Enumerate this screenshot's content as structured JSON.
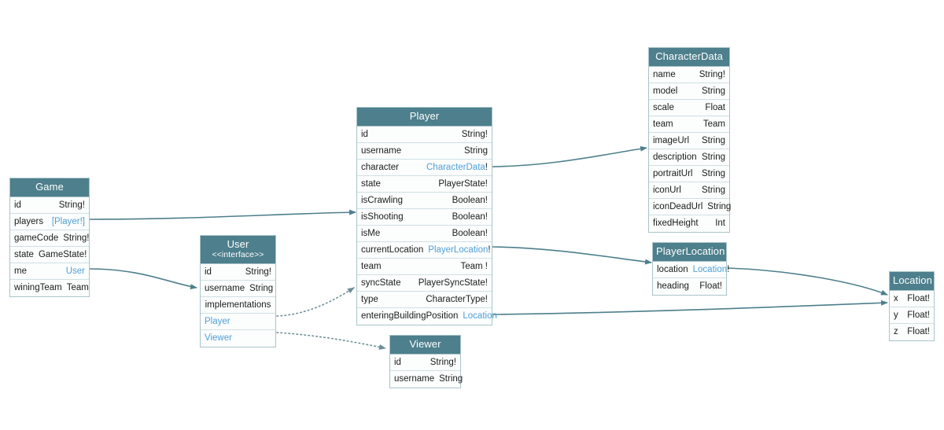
{
  "diagram": {
    "title": "GraphQL schema entity relationship diagram",
    "accent_header": "#4d7f8c",
    "link_color": "#4d9fd6",
    "row_bg": "#fcfdfd",
    "border_color": "#a9c4c9",
    "edge_color": "#4d7f8c"
  },
  "entities": {
    "game": {
      "name": "Game",
      "fields": [
        {
          "name": "id",
          "type": "String!",
          "link": false
        },
        {
          "name": "players",
          "type": "[Player!]",
          "link": true
        },
        {
          "name": "gameCode",
          "type": "String!",
          "link": false
        },
        {
          "name": "state",
          "type": "GameState!",
          "link": false
        },
        {
          "name": "me",
          "type": "User",
          "link": true
        },
        {
          "name": "winingTeam",
          "type": "Team",
          "link": false
        }
      ]
    },
    "user": {
      "name": "User",
      "stereotype": "<<interface>>",
      "fields": [
        {
          "name": "id",
          "type": "String!",
          "link": false
        },
        {
          "name": "username",
          "type": "String",
          "link": false
        }
      ],
      "implementations_label": "implementations",
      "implementations": [
        {
          "name": "Player"
        },
        {
          "name": "Viewer"
        }
      ]
    },
    "player": {
      "name": "Player",
      "fields": [
        {
          "name": "id",
          "type": "String!",
          "link": false
        },
        {
          "name": "username",
          "type": "String",
          "link": false
        },
        {
          "name": "character",
          "type": "CharacterData",
          "suffix": "!",
          "link": true
        },
        {
          "name": "state",
          "type": "PlayerState!",
          "link": false
        },
        {
          "name": "isCrawling",
          "type": "Boolean!",
          "link": false
        },
        {
          "name": "isShooting",
          "type": "Boolean!",
          "link": false
        },
        {
          "name": "isMe",
          "type": "Boolean!",
          "link": false
        },
        {
          "name": "currentLocation",
          "type": "PlayerLocation",
          "suffix": "!",
          "link": true
        },
        {
          "name": "team",
          "type": "Team !",
          "link": false
        },
        {
          "name": "syncState",
          "type": "PlayerSyncState!",
          "link": false
        },
        {
          "name": "type",
          "type": "CharacterType!",
          "link": false
        },
        {
          "name": "enteringBuildingPosition",
          "type": "Location",
          "suffix": "",
          "link": true
        }
      ]
    },
    "viewer": {
      "name": "Viewer",
      "fields": [
        {
          "name": "id",
          "type": "String!",
          "link": false
        },
        {
          "name": "username",
          "type": "String",
          "link": false
        }
      ]
    },
    "character_data": {
      "name": "CharacterData",
      "fields": [
        {
          "name": "name",
          "type": "String!",
          "link": false
        },
        {
          "name": "model",
          "type": "String",
          "link": false
        },
        {
          "name": "scale",
          "type": "Float",
          "link": false
        },
        {
          "name": "team",
          "type": "Team",
          "link": false
        },
        {
          "name": "imageUrl",
          "type": "String",
          "link": false
        },
        {
          "name": "description",
          "type": "String",
          "link": false
        },
        {
          "name": "portraitUrl",
          "type": "String",
          "link": false
        },
        {
          "name": "iconUrl",
          "type": "String",
          "link": false
        },
        {
          "name": "iconDeadUrl",
          "type": "String",
          "link": false
        },
        {
          "name": "fixedHeight",
          "type": "Int",
          "link": false
        }
      ]
    },
    "player_location": {
      "name": "PlayerLocation",
      "fields": [
        {
          "name": "location",
          "type": "Location",
          "suffix": "!",
          "link": true
        },
        {
          "name": "heading",
          "type": "Float!",
          "link": false
        }
      ]
    },
    "location": {
      "name": "Location",
      "fields": [
        {
          "name": "x",
          "type": "Float!",
          "link": false
        },
        {
          "name": "y",
          "type": "Float!",
          "link": false
        },
        {
          "name": "z",
          "type": "Float!",
          "link": false
        }
      ]
    }
  },
  "edges": [
    {
      "from": "game.players",
      "to": "player",
      "style": "solid"
    },
    {
      "from": "game.me",
      "to": "user",
      "style": "solid"
    },
    {
      "from": "user.implementations.Player",
      "to": "player",
      "style": "dotted"
    },
    {
      "from": "user.implementations.Viewer",
      "to": "viewer",
      "style": "dotted"
    },
    {
      "from": "player.character",
      "to": "character_data",
      "style": "solid"
    },
    {
      "from": "player.currentLocation",
      "to": "player_location",
      "style": "solid"
    },
    {
      "from": "player.enteringBuildingPosition",
      "to": "location",
      "style": "solid"
    },
    {
      "from": "player_location.location",
      "to": "location",
      "style": "solid"
    }
  ]
}
